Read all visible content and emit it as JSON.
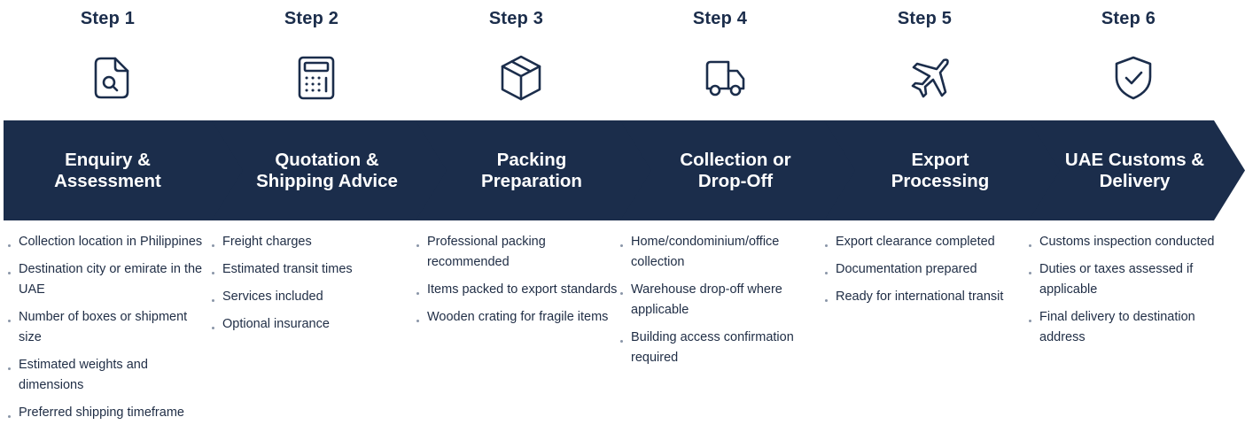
{
  "colors": {
    "navy": "#1b2d4b",
    "text": "#1f2d45",
    "bullet": "#8a96a8",
    "background": "#ffffff"
  },
  "steps": [
    {
      "label": "Step 1",
      "icon": "document-search-icon",
      "title_line1": "Enquiry &",
      "title_line2": "Assessment",
      "bullets": [
        "Collection location in Philippines",
        "Destination city or emirate in the UAE",
        "Number of boxes or shipment size",
        "Estimated weights and dimensions",
        "Preferred shipping timeframe"
      ]
    },
    {
      "label": "Step 2",
      "icon": "calculator-icon",
      "title_line1": "Quotation &",
      "title_line2": "Shipping Advice",
      "bullets": [
        "Freight charges",
        "Estimated transit times",
        "Services included",
        "Optional insurance"
      ]
    },
    {
      "label": "Step 3",
      "icon": "package-box-icon",
      "title_line1": "Packing",
      "title_line2": "Preparation",
      "bullets": [
        "Professional packing recommended",
        "Items packed to export standards",
        "Wooden crating for fragile items"
      ]
    },
    {
      "label": "Step 4",
      "icon": "delivery-truck-icon",
      "title_line1": "Collection or",
      "title_line2": "Drop-Off",
      "bullets": [
        "Home/condominium/office collection",
        "Warehouse drop-off where applicable",
        "Building access confirmation required"
      ]
    },
    {
      "label": "Step 5",
      "icon": "airplane-icon",
      "title_line1": "Export",
      "title_line2": "Processing",
      "bullets": [
        "Export clearance completed",
        "Documentation prepared",
        "Ready for international transit"
      ]
    },
    {
      "label": "Step 6",
      "icon": "shield-check-icon",
      "title_line1": "UAE Customs &",
      "title_line2": "Delivery",
      "bullets": [
        "Customs inspection conducted",
        "Duties or taxes assessed if applicable",
        "Final delivery to destination address"
      ]
    }
  ]
}
